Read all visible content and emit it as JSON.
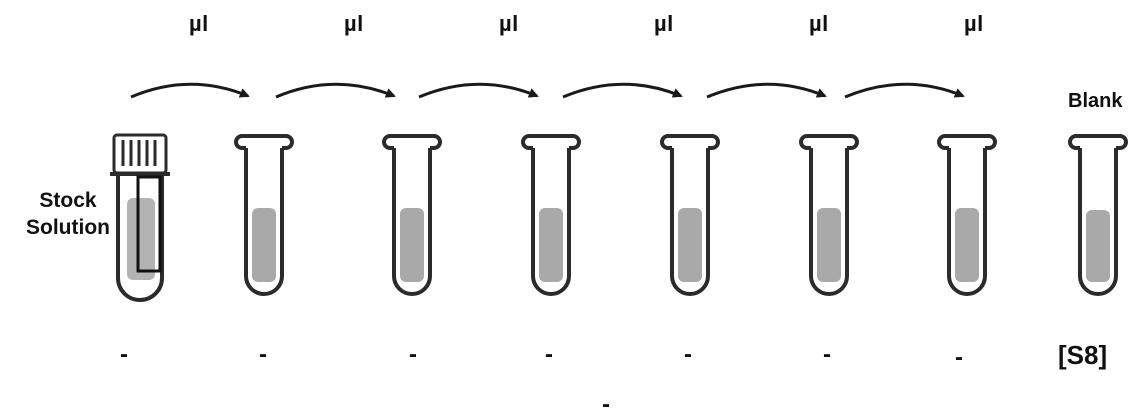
{
  "transfer_volume_labels": [
    "µl",
    "µl",
    "µl",
    "µl",
    "µl",
    "µl"
  ],
  "stock_label": [
    "Stock",
    "Solution"
  ],
  "blank_label": "Blank",
  "concentration_labels": [
    "-",
    "-",
    "-",
    "-",
    "-",
    "-",
    "-"
  ],
  "blank_concentration_label": "[S8]",
  "bottom_label": "-",
  "colors": {
    "outline": "#2b2b2b",
    "liquid": "#a9a9a9",
    "stock_liquid": "#b3b3b3",
    "cap": "#333333"
  }
}
